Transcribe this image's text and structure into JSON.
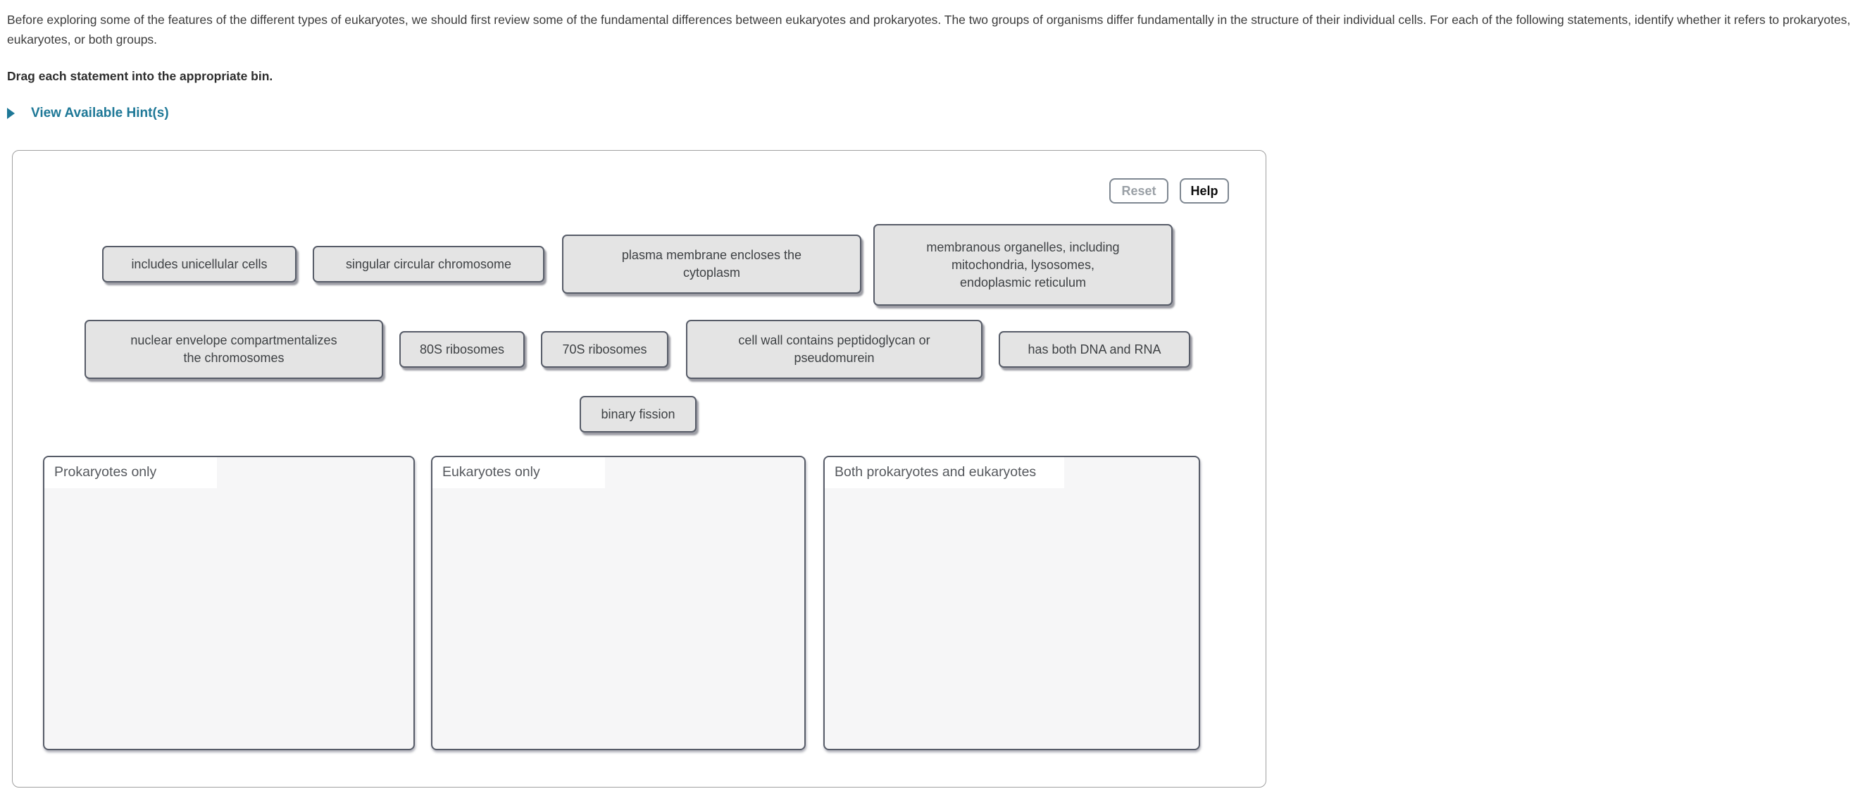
{
  "intro": {
    "paragraph": "Before exploring some of the features of the different types of eukaryotes, we should first review some of the fundamental differences between eukaryotes and prokaryotes. The two groups of organisms differ fundamentally in the structure of their individual cells. For each of the following statements, identify whether it refers to prokaryotes, eukaryotes, or both groups.",
    "instruction": "Drag each statement into the appropriate bin."
  },
  "hints": {
    "toggle_label": "View Available Hint(s)",
    "icon": "triangle-right-icon",
    "link_color": "#1e7897"
  },
  "activity": {
    "toolbar": {
      "reset_label": "Reset",
      "help_label": "Help",
      "reset_enabled": false
    },
    "chips": [
      {
        "label": "includes unicellular cells"
      },
      {
        "label": "singular circular chromosome"
      },
      {
        "label": "plasma membrane encloses the\ncytoplasm"
      },
      {
        "label": "membranous organelles, including\nmitochondria, lysosomes,\nendoplasmic reticulum"
      },
      {
        "label": "nuclear envelope compartmentalizes\nthe chromosomes"
      },
      {
        "label": "80S ribosomes"
      },
      {
        "label": "70S ribosomes"
      },
      {
        "label": "cell wall contains peptidoglycan or\npseudomurein"
      },
      {
        "label": "has both DNA and RNA"
      },
      {
        "label": "binary fission"
      }
    ],
    "bins": [
      {
        "label": "Prokaryotes only"
      },
      {
        "label": "Eukaryotes only"
      },
      {
        "label": "Both prokaryotes and eukaryotes"
      }
    ],
    "colors": {
      "chip_bg": "#e4e4e4",
      "chip_border": "#575c68",
      "bin_bg": "#f6f6f7",
      "bin_border": "#575c68",
      "bin_label_bg": "#ffffff",
      "panel_border": "#a0a0a0"
    }
  }
}
